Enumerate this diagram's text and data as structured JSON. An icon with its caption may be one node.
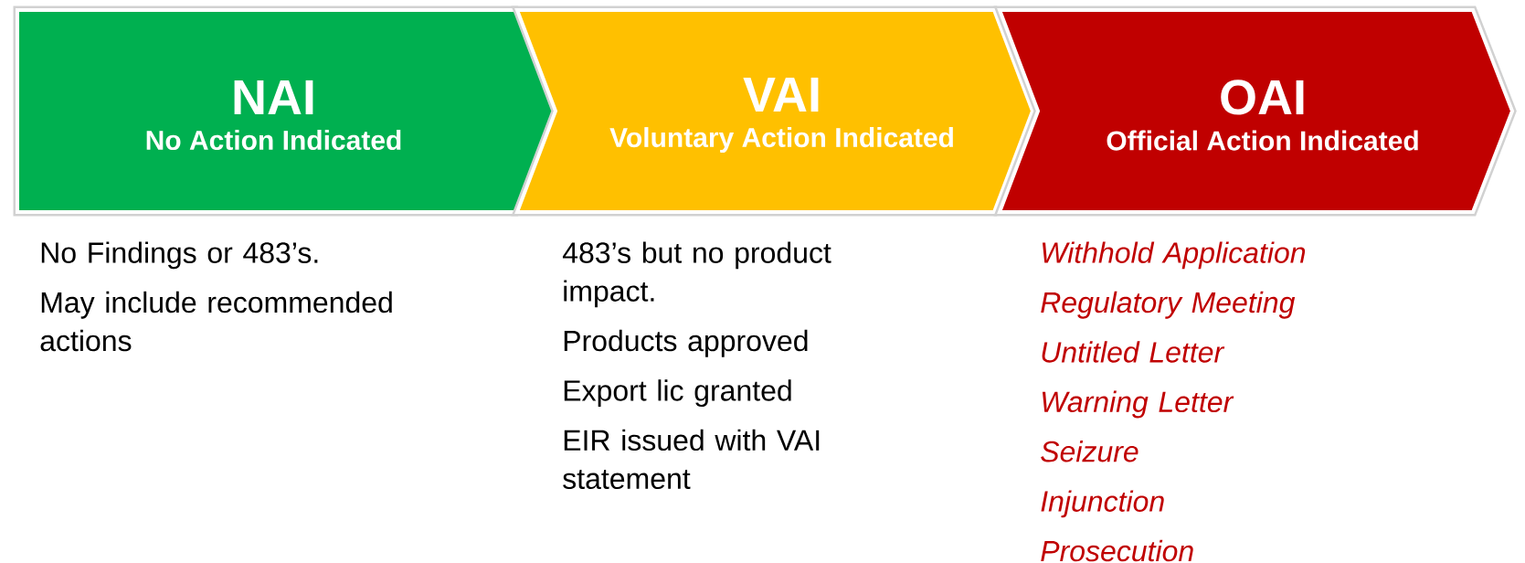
{
  "diagram": {
    "nodes": [
      {
        "text": [
          "NAI",
          "No Action Indicated"
        ],
        "beside": [
          "No Findings or 483’s.",
          "May include recommended actions"
        ]
      },
      {
        "text": [
          "VAI",
          "Voluntary Action Indicated"
        ],
        "beside": [
          "483’s but no product impact.",
          "Products approved",
          "Export lic granted",
          "EIR issued with VAI statement"
        ]
      },
      {
        "text": [
          "OAI",
          "Official Action Indicated"
        ],
        "beside": [
          "Withhold Application",
          "Regulatory Meeting",
          "Untitled Letter",
          "Warning Letter",
          "Seizure",
          "Injunction",
          "Prosecution"
        ]
      }
    ]
  }
}
